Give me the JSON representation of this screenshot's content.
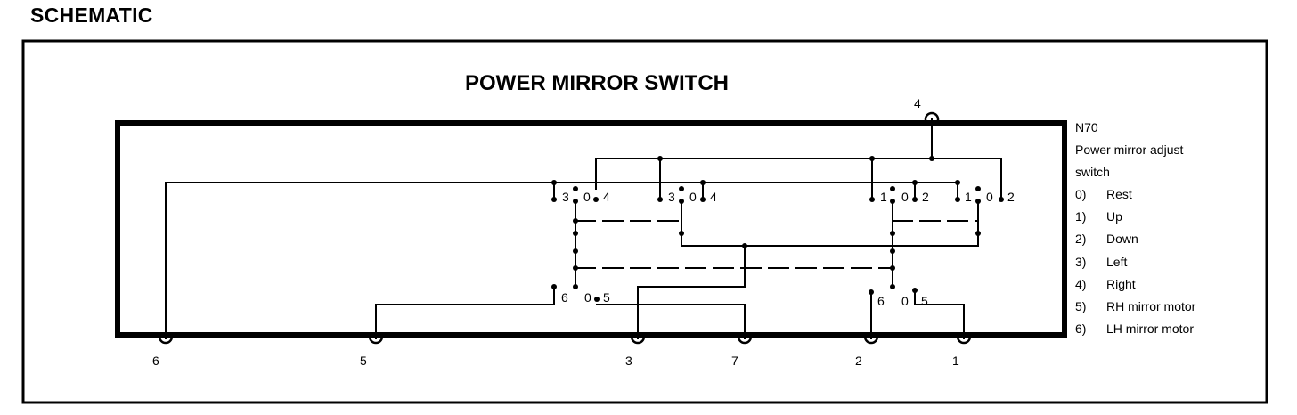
{
  "header": "SCHEMATIC",
  "diagram": {
    "title": "POWER MIRROR SWITCH",
    "top_connector": "4",
    "bottom_connectors": [
      "6",
      "5",
      "3",
      "7",
      "2",
      "1"
    ],
    "legend": {
      "component": "N70",
      "description_line1": "Power mirror adjust",
      "description_line2": "switch",
      "items": [
        {
          "key": "0)",
          "text": "Rest"
        },
        {
          "key": "1)",
          "text": "Up"
        },
        {
          "key": "2)",
          "text": "Down"
        },
        {
          "key": "3)",
          "text": "Left"
        },
        {
          "key": "4)",
          "text": "Right"
        },
        {
          "key": "5)",
          "text": "RH mirror motor"
        },
        {
          "key": "6)",
          "text": "LH mirror motor"
        }
      ]
    },
    "switch_contacts": {
      "left_upper_a": [
        "3",
        "0",
        "4"
      ],
      "left_upper_b": [
        "3",
        "0",
        "4"
      ],
      "right_upper_a": [
        "1",
        "0",
        "2"
      ],
      "right_upper_b": [
        "1",
        "0",
        "2"
      ],
      "left_lower": [
        "6",
        "0",
        "5"
      ],
      "right_lower": [
        "6",
        "0",
        "5"
      ]
    }
  }
}
